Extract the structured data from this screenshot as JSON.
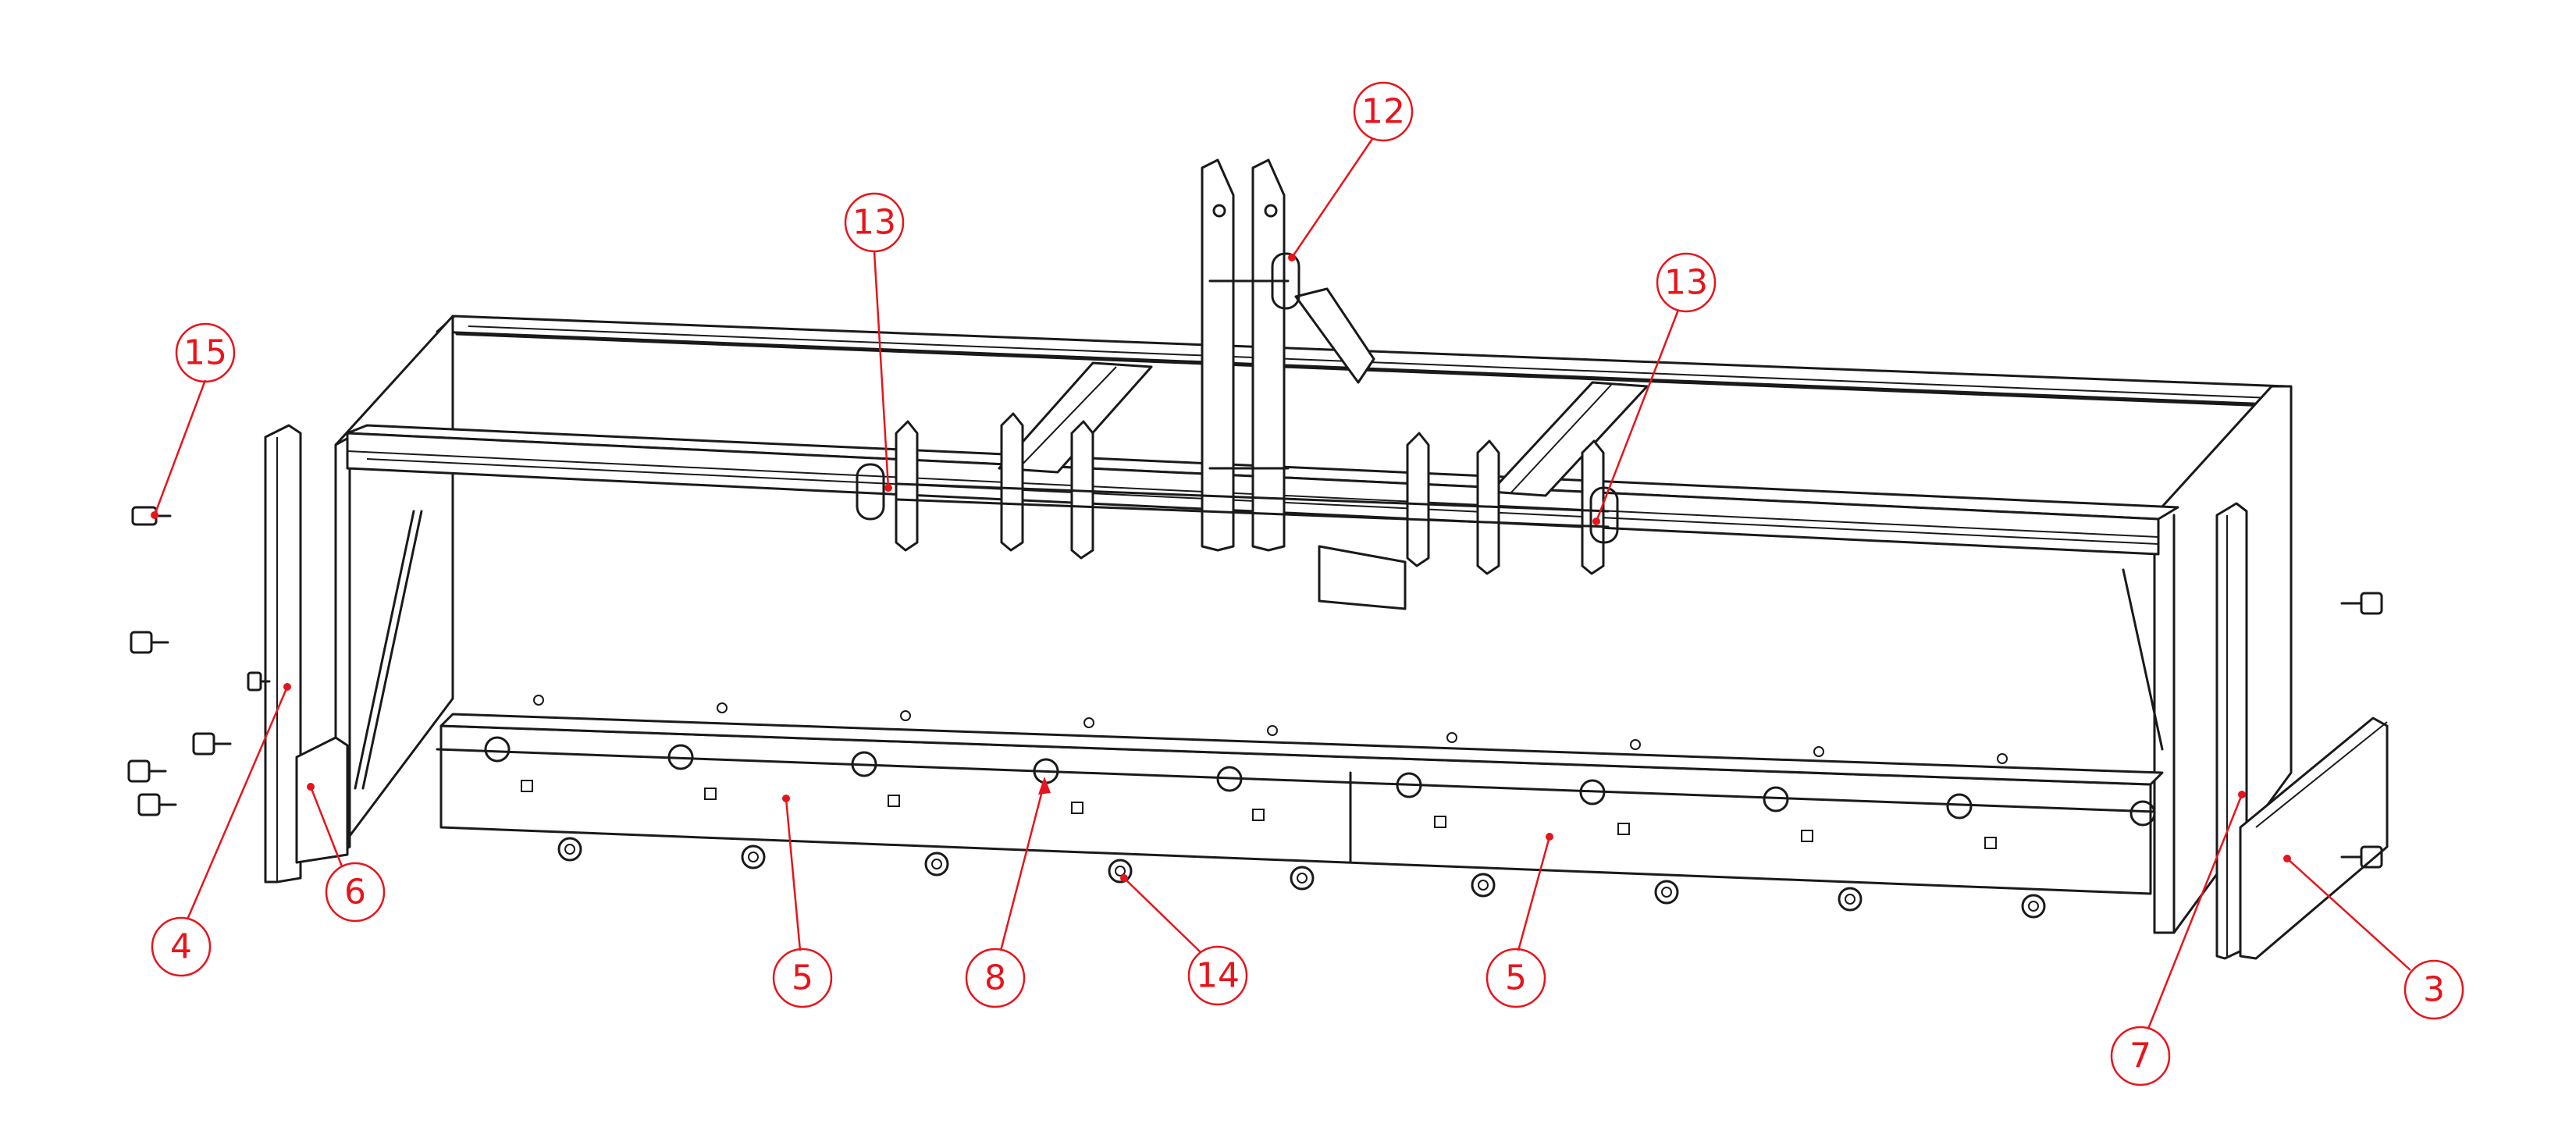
{
  "palette": {
    "line": "#1a1a1a",
    "callout": "#e8141b",
    "background": "#ffffff"
  },
  "callouts": [
    {
      "id": "c15",
      "label": "15"
    },
    {
      "id": "c13a",
      "label": "13"
    },
    {
      "id": "c12",
      "label": "12"
    },
    {
      "id": "c13b",
      "label": "13"
    },
    {
      "id": "c4",
      "label": "4"
    },
    {
      "id": "c6",
      "label": "6"
    },
    {
      "id": "c5a",
      "label": "5"
    },
    {
      "id": "c8",
      "label": "8"
    },
    {
      "id": "c14",
      "label": "14"
    },
    {
      "id": "c5b",
      "label": "5"
    },
    {
      "id": "c7",
      "label": "7"
    },
    {
      "id": "c3",
      "label": "3"
    }
  ]
}
